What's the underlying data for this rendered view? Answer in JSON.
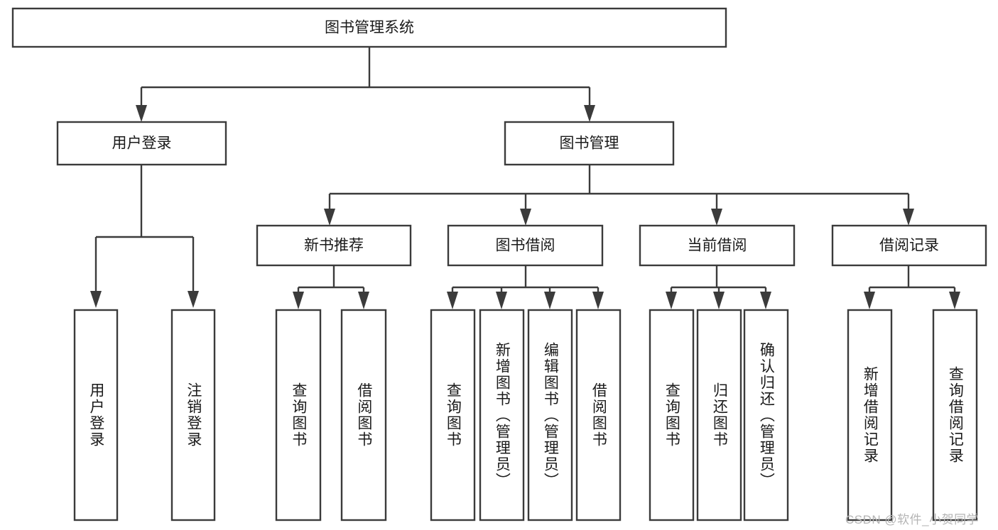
{
  "diagram": {
    "type": "tree-hierarchy",
    "title": "图书管理系统",
    "orientation": "top-down",
    "colors": {
      "stroke": "#3b3b3b",
      "box_fill": "#ffffff",
      "text": "#1a1a1a",
      "background": "#ffffff",
      "watermark": "#b4b4b4"
    },
    "root": {
      "label": "图书管理系统"
    },
    "level2": [
      {
        "label": "用户登录"
      },
      {
        "label": "图书管理"
      }
    ],
    "level3": [
      {
        "label": "新书推荐"
      },
      {
        "label": "图书借阅"
      },
      {
        "label": "当前借阅"
      },
      {
        "label": "借阅记录"
      }
    ],
    "leaves": {
      "user_login": [
        {
          "label": "用户登录"
        },
        {
          "label": "注销登录"
        }
      ],
      "new_book_recommend": [
        {
          "label": "查询图书"
        },
        {
          "label": "借阅图书"
        }
      ],
      "book_borrow": [
        {
          "label": "查询图书"
        },
        {
          "label": "新增图书（管理员）"
        },
        {
          "label": "编辑图书（管理员）"
        },
        {
          "label": "借阅图书"
        }
      ],
      "current_borrow": [
        {
          "label": "查询图书"
        },
        {
          "label": "归还图书"
        },
        {
          "label": "确认归还（管理员）"
        }
      ],
      "borrow_record": [
        {
          "label": "新增借阅记录"
        },
        {
          "label": "查询借阅记录"
        }
      ]
    }
  },
  "watermark": {
    "text": "CSDN @软件_小贺同学"
  }
}
